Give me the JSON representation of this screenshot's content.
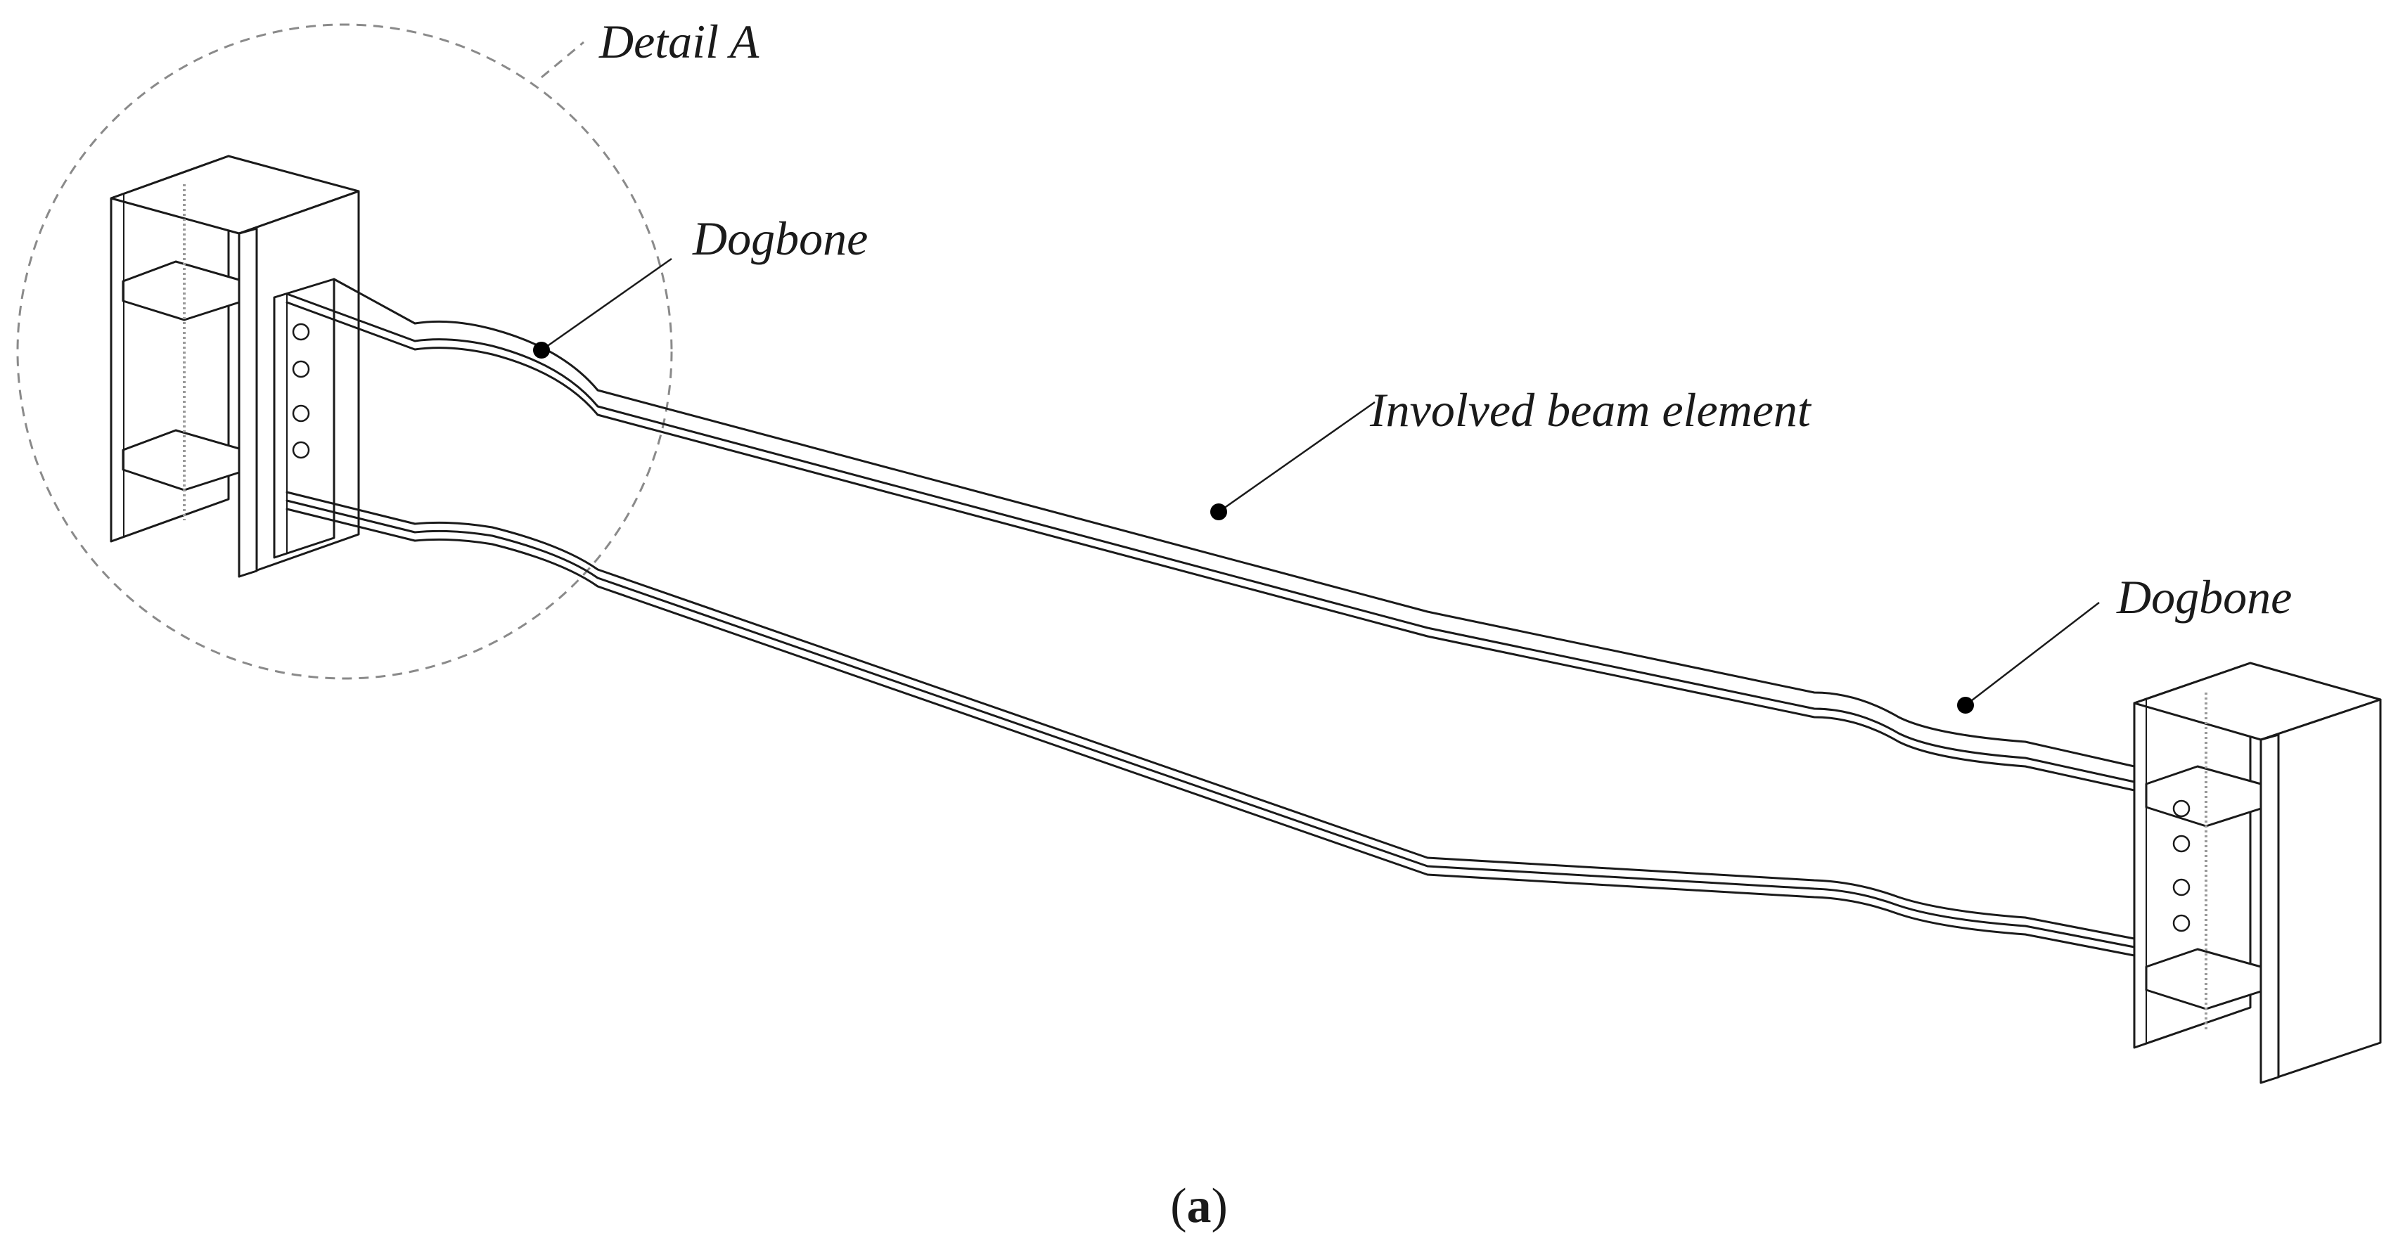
{
  "labels": {
    "detail": "Detail A",
    "dogbone_left": "Dogbone",
    "beam": "Involved beam element",
    "dogbone_right": "Dogbone"
  },
  "caption": {
    "open": "(",
    "letter": "a",
    "close": ")"
  }
}
